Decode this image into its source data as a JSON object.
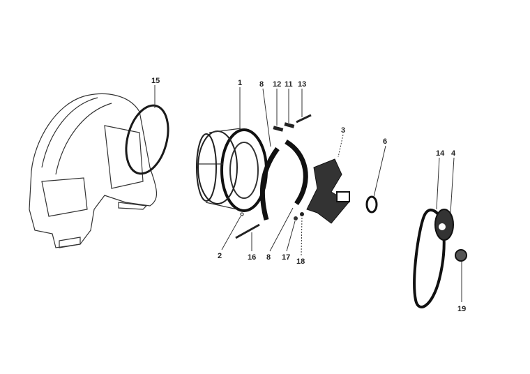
{
  "diagram": {
    "labels": {
      "cooling_housing_ring": "15",
      "fan_housing": "1",
      "strap_upper": "8",
      "pin_a": "12",
      "pin_b": "11",
      "bolt_top": "13",
      "fan": "3",
      "seal_ring": "6",
      "v_belt": "14",
      "pulley": "4",
      "washer_small": "2",
      "long_bolt": "16",
      "strap_lower": "8",
      "washer": "17",
      "nut_small": "18",
      "pulley_nut": "19"
    }
  }
}
